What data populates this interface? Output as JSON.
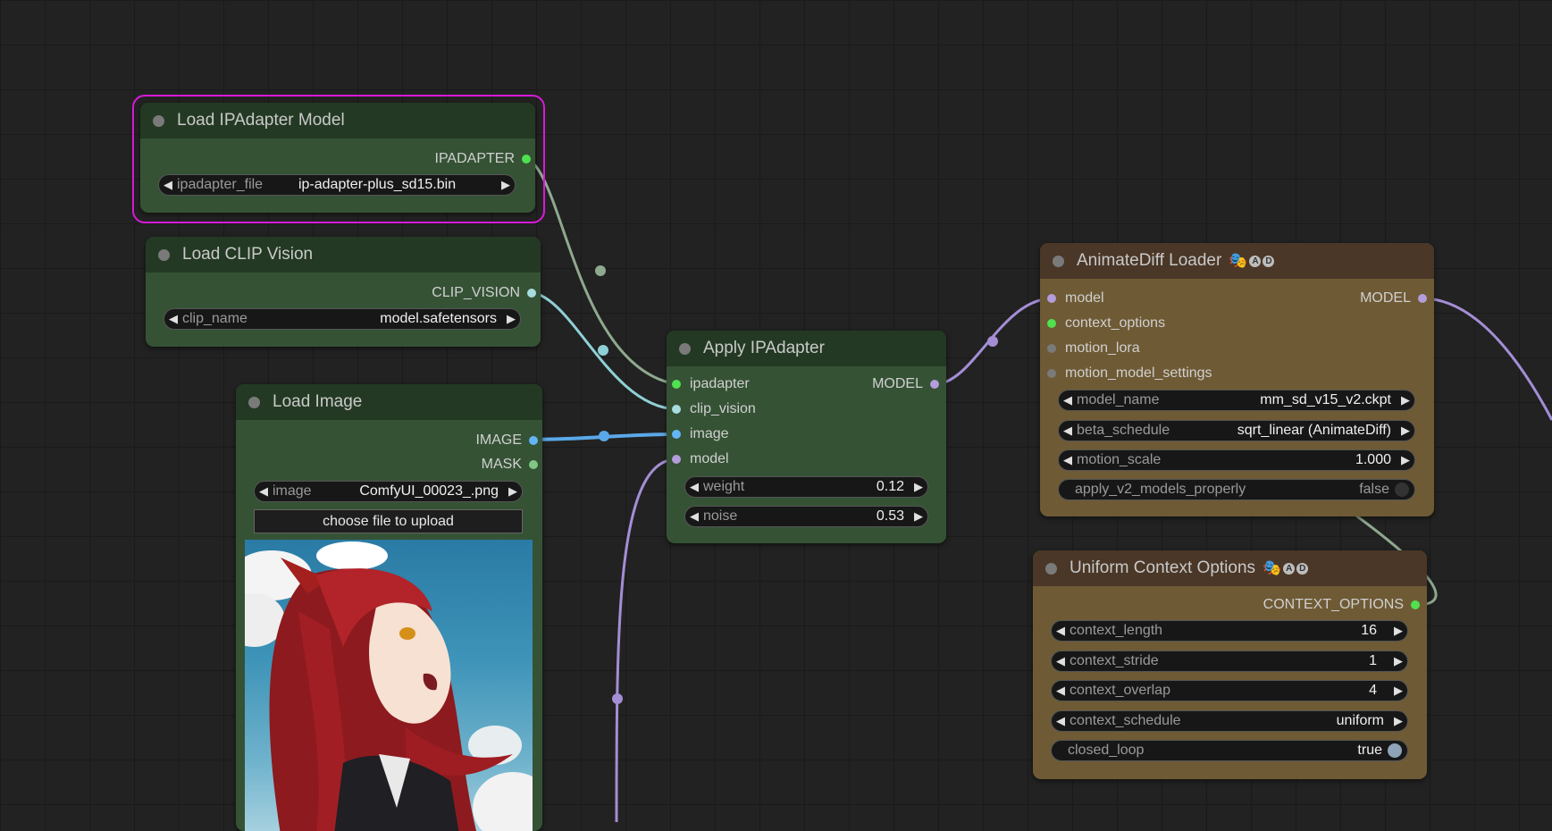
{
  "nodes": {
    "load_ipadapter": {
      "title": "Load IPAdapter Model",
      "output": "IPADAPTER",
      "widget": {
        "label": "ipadapter_file",
        "value": "ip-adapter-plus_sd15.bin"
      }
    },
    "load_clip_vision": {
      "title": "Load CLIP Vision",
      "output": "CLIP_VISION",
      "widget": {
        "label": "clip_name",
        "value": "model.safetensors"
      }
    },
    "load_image": {
      "title": "Load Image",
      "outputs": [
        "IMAGE",
        "MASK"
      ],
      "widget": {
        "label": "image",
        "value": "ComfyUI_00023_.png"
      },
      "upload_label": "choose file to upload"
    },
    "apply_ipadapter": {
      "title": "Apply IPAdapter",
      "inputs": [
        "ipadapter",
        "clip_vision",
        "image",
        "model"
      ],
      "output": "MODEL",
      "widgets": [
        {
          "label": "weight",
          "value": "0.12"
        },
        {
          "label": "noise",
          "value": "0.53"
        }
      ]
    },
    "animatediff_loader": {
      "title": "AnimateDiff Loader",
      "badge_letters": [
        "A",
        "D"
      ],
      "inputs": [
        "model",
        "context_options",
        "motion_lora",
        "motion_model_settings"
      ],
      "output": "MODEL",
      "widgets": [
        {
          "label": "model_name",
          "value": "mm_sd_v15_v2.ckpt"
        },
        {
          "label": "beta_schedule",
          "value": "sqrt_linear (AnimateDiff)"
        },
        {
          "label": "motion_scale",
          "value": "1.000"
        }
      ],
      "toggle": {
        "label": "apply_v2_models_properly",
        "value": "false"
      }
    },
    "uniform_context": {
      "title": "Uniform Context Options",
      "badge_letters": [
        "A",
        "D"
      ],
      "output": "CONTEXT_OPTIONS",
      "widgets": [
        {
          "label": "context_length",
          "value": "16"
        },
        {
          "label": "context_stride",
          "value": "1"
        },
        {
          "label": "context_overlap",
          "value": "4"
        },
        {
          "label": "context_schedule",
          "value": "uniform"
        }
      ],
      "toggle": {
        "label": "closed_loop",
        "value": "true"
      }
    }
  },
  "colors": {
    "ipadapter_socket": "#4fe14f",
    "clip_vision_socket": "#a8dde0",
    "image_socket": "#64b5f6",
    "model_socket": "#b39ddb",
    "mask_socket": "#81c784",
    "selection": "#d819d8"
  }
}
